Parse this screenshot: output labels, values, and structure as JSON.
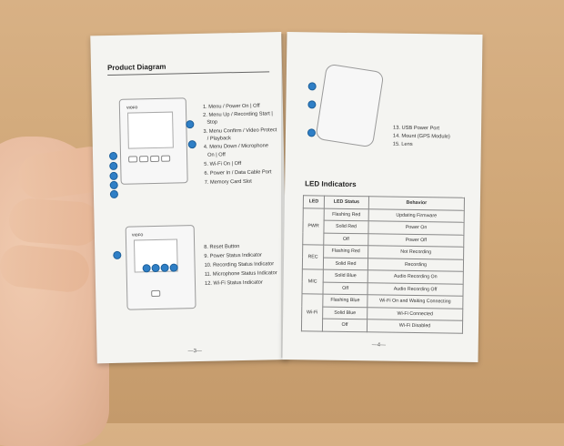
{
  "left_page": {
    "title": "Product Diagram",
    "brand": "VIOFO",
    "items_front": [
      "1. Menu / Power On | Off",
      "2. Menu Up / Recording Start |",
      "Stop",
      "3. Menu Confirm / Video Protect",
      "/  Playback",
      "4. Menu Down / Microphone",
      "On  |  Off",
      "5. Wi-Fi On | Off",
      "6. Power In / Data Cable Port",
      "7. Memory Card Slot"
    ],
    "items_back": [
      "8. Reset Button",
      "9. Power Status Indicator",
      "10. Recording Status Indicator",
      "11. Microphone Status Indicator",
      "12. Wi-Fi Status Indicator"
    ],
    "page_number": "—3—"
  },
  "right_page": {
    "items_mount": [
      "13. USB Power Port",
      "14. Mount (GPS Module)",
      "15. Lens"
    ],
    "section_title": "LED Indicators",
    "table": {
      "headers": [
        "LED",
        "LED Status",
        "Behavior"
      ],
      "groups": [
        {
          "led": "PWR",
          "rows": [
            [
              "Flashing Red",
              "Updating Firmware"
            ],
            [
              "Solid Red",
              "Power On"
            ],
            [
              "Off",
              "Power Off"
            ]
          ]
        },
        {
          "led": "REC",
          "rows": [
            [
              "Flashing Red",
              "Not Recording"
            ],
            [
              "Solid Red",
              "Recording"
            ]
          ]
        },
        {
          "led": "MIC",
          "rows": [
            [
              "Solid Blue",
              "Audio Recording On"
            ],
            [
              "Off",
              "Audio Recording Off"
            ]
          ]
        },
        {
          "led": "Wi-Fi",
          "rows": [
            [
              "Flashing Blue",
              "Wi-Fi On and Waiting Connecting"
            ],
            [
              "Solid Blue",
              "Wi-Fi Connected"
            ],
            [
              "Off",
              "Wi-Fi Disabled"
            ]
          ]
        }
      ]
    },
    "page_number": "—4—"
  },
  "colors": {
    "background": "#cfa676",
    "paper": "#f4f4f1",
    "marker_blue": "#2f7fc6"
  }
}
